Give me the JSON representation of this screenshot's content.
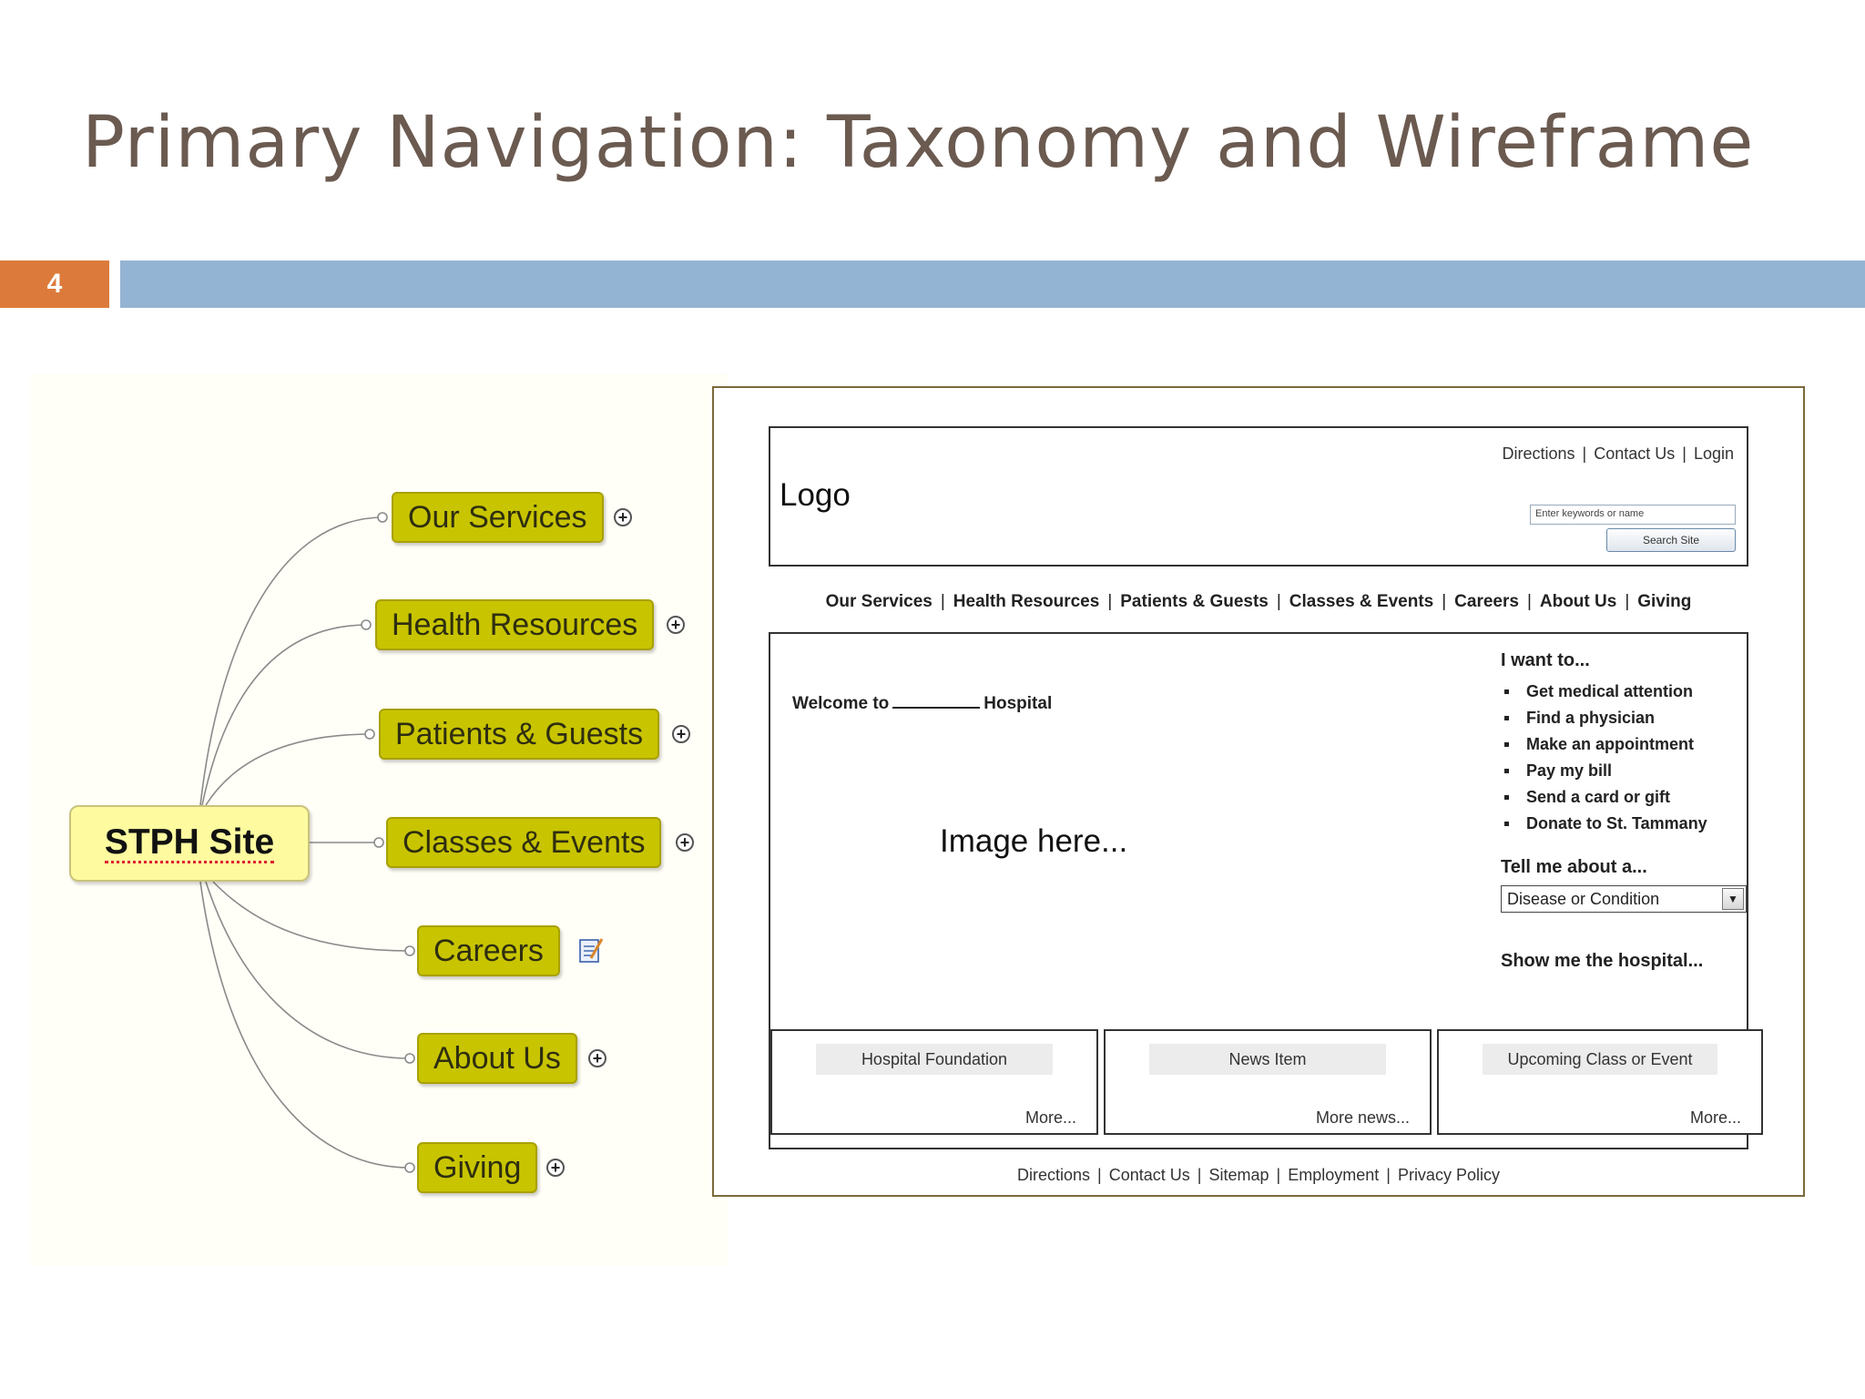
{
  "slide": {
    "title": "Primary Navigation: Taxonomy and Wireframe",
    "number": "4",
    "colors": {
      "title": "#6b5a50",
      "number_bg": "#dc7a3b",
      "bar": "#94b4d3"
    }
  },
  "mindmap": {
    "root": "STPH Site",
    "branches": [
      {
        "label": "Our Services",
        "icon": "expand-icon"
      },
      {
        "label": "Health Resources",
        "icon": "expand-icon"
      },
      {
        "label": "Patients & Guests",
        "icon": "expand-icon"
      },
      {
        "label": "Classes & Events",
        "icon": "expand-icon"
      },
      {
        "label": "Careers",
        "icon": "note-icon"
      },
      {
        "label": "About Us",
        "icon": "expand-icon"
      },
      {
        "label": "Giving",
        "icon": "expand-icon"
      }
    ],
    "colors": {
      "root_fill": "#fdfaa0",
      "branch_fill": "#c8c400"
    }
  },
  "wireframe": {
    "logo": "Logo",
    "utility_links": [
      "Directions",
      "Contact Us",
      "Login"
    ],
    "search_placeholder": "Enter keywords or name",
    "search_button": "Search Site",
    "main_nav": [
      "Our Services",
      "Health Resources",
      "Patients & Guests",
      "Classes & Events",
      "Careers",
      "About Us",
      "Giving"
    ],
    "welcome_prefix": "Welcome to",
    "welcome_suffix": "Hospital",
    "image_placeholder": "Image here...",
    "i_want_to": {
      "title": "I want to...",
      "items": [
        "Get medical attention",
        "Find a physician",
        "Make an appointment",
        "Pay my bill",
        "Send a card or gift",
        "Donate to St. Tammany"
      ]
    },
    "tell_me": {
      "title": "Tell me about a...",
      "selected": "Disease or Condition"
    },
    "show_me": "Show me the hospital...",
    "boxes": [
      {
        "title": "Hospital Foundation",
        "more": "More..."
      },
      {
        "title": "News Item",
        "more": "More news..."
      },
      {
        "title": "Upcoming Class or Event",
        "more": "More..."
      }
    ],
    "footer_links": [
      "Directions",
      "Contact Us",
      "Sitemap",
      "Employment",
      "Privacy Policy"
    ]
  }
}
